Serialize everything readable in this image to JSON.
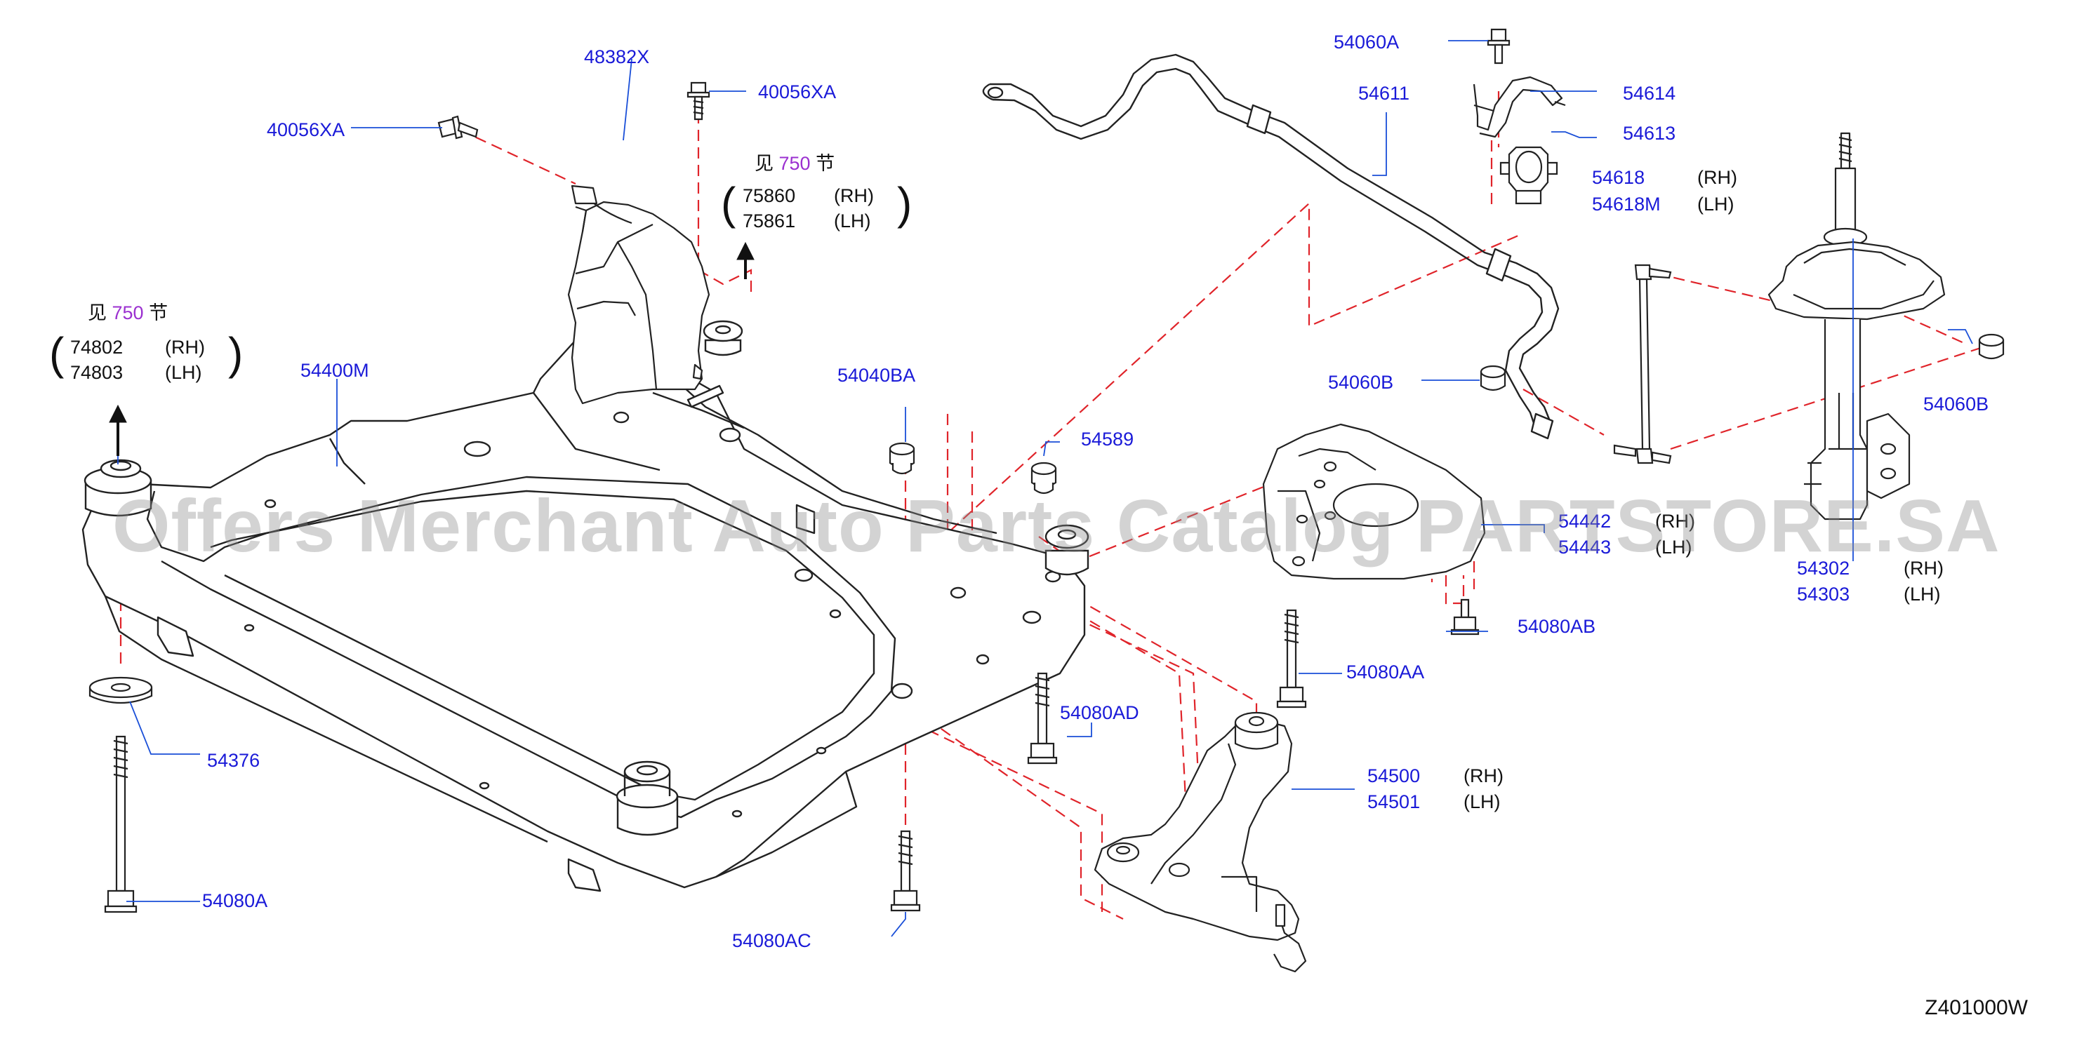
{
  "labels": {
    "p48382x": "48382X",
    "p40056xa_top": "40056XA",
    "p40056xa_left": "40056XA",
    "p54060a": "54060A",
    "p54611": "54611",
    "p54614": "54614",
    "p54613": "54613",
    "p54618": "54618",
    "p54618m": "54618M",
    "p54400m": "54400M",
    "p54040ba": "54040BA",
    "p54589": "54589",
    "p54060b_mid": "54060B",
    "p54060b_right": "54060B",
    "p54442": "54442",
    "p54443": "54443",
    "p54302": "54302",
    "p54303": "54303",
    "p54080ab": "54080AB",
    "p54080aa": "54080AA",
    "p54080ad": "54080AD",
    "p54500": "54500",
    "p54501": "54501",
    "p54376": "54376",
    "p54080a": "54080A",
    "p54080ac": "54080AC"
  },
  "sides": {
    "rh": "(RH)",
    "lh": "(LH)"
  },
  "section_refs": {
    "prefix": "见",
    "number": "750",
    "suffix": "节",
    "upper": {
      "rh_part": "75860",
      "lh_part": "75861"
    },
    "left": {
      "rh_part": "74802",
      "lh_part": "74803"
    }
  },
  "watermark": "Offers Merchant Auto Parts Catalog PARTSTORE.SA",
  "diagram_code": "Z401000W",
  "colors": {
    "label": "#1a1ad8",
    "callout_line": "#1a4fd8",
    "dashed_leader": "#e0242a",
    "part_line": "#222222",
    "section_number": "#9b30d0"
  }
}
